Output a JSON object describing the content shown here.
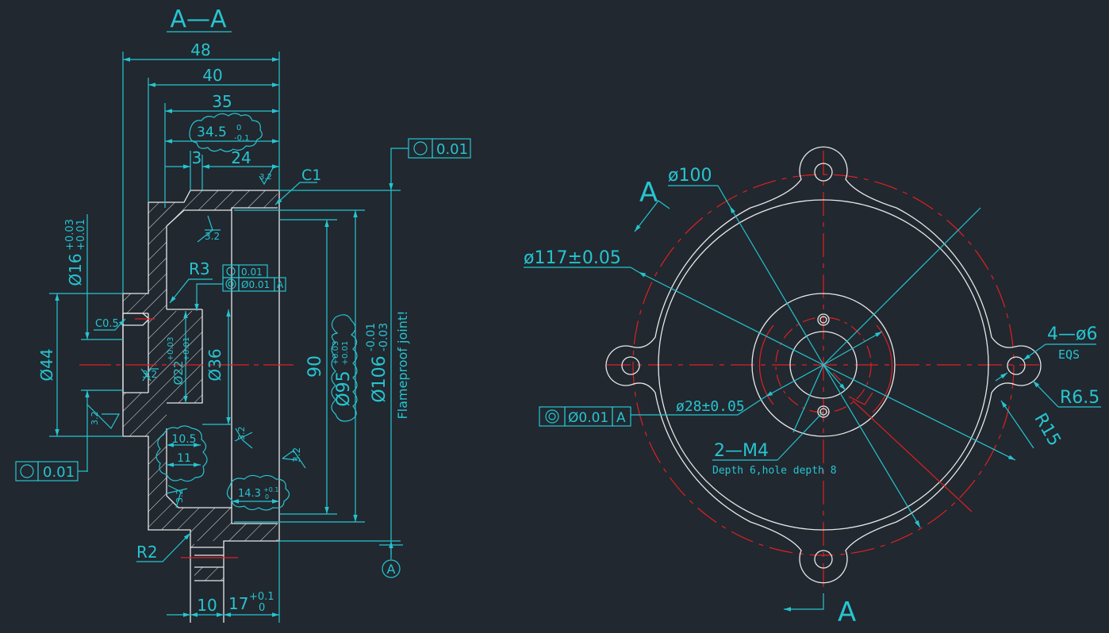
{
  "section": {
    "title": "A—A",
    "dims": {
      "d48": "48",
      "d40": "40",
      "d35": "35",
      "d34_5": "34.5",
      "d34_5_up": "0",
      "d34_5_lo": "-0.1",
      "d3": "3",
      "d24": "24",
      "c1": "C1",
      "r3": "R3",
      "r2": "R2",
      "c05": "C0.5",
      "phi16": "Ø16",
      "phi16_up": "+0.03",
      "phi16_lo": "+0.01",
      "phi44": "Ø44",
      "phi22": "Ø22",
      "phi22_up": "+0.03",
      "phi22_lo": "+0.01",
      "phi36": "Ø36",
      "d90": "90",
      "phi95": "Ø95",
      "phi95_up": "+0.03",
      "phi95_lo": "+0.01",
      "phi106": "Ø106",
      "phi106_up": "-0.01",
      "phi106_lo": "-0.03",
      "d10_5": "10.5",
      "d11": "11",
      "d14_3": "14.3",
      "d14_3_up": "+0.1",
      "d14_3_lo": "0",
      "d10": "10",
      "d17": "17",
      "d17_up": "+0.1",
      "d17_lo": "0",
      "flameproof": "Flameproof joint!"
    },
    "roughness": "3.2",
    "gdt_top_value": "0.01",
    "gdt_left_value": "0.01",
    "gdt_mid_row1": "0.01",
    "gdt_mid_row2": "Ø0.01",
    "gdt_mid_datum": "A",
    "datum_label": "A"
  },
  "plan": {
    "cut_label_top": "A",
    "cut_label_bottom": "A",
    "phi100": "ø100",
    "phi117": "ø117±0.05",
    "phi28": "ø28±0.05",
    "m4": "2—M4",
    "m4_note": "Depth 6,hole depth 8",
    "holes": "4—ø6",
    "holes_note": "EQS",
    "r6_5": "R6.5",
    "r15": "R15",
    "gdt_value": "Ø0.01",
    "gdt_datum": "A"
  },
  "colors": {
    "dimension": "#27c4cf",
    "outline": "#e8e8e8",
    "centerline": "#e02020",
    "background": "#212830"
  }
}
